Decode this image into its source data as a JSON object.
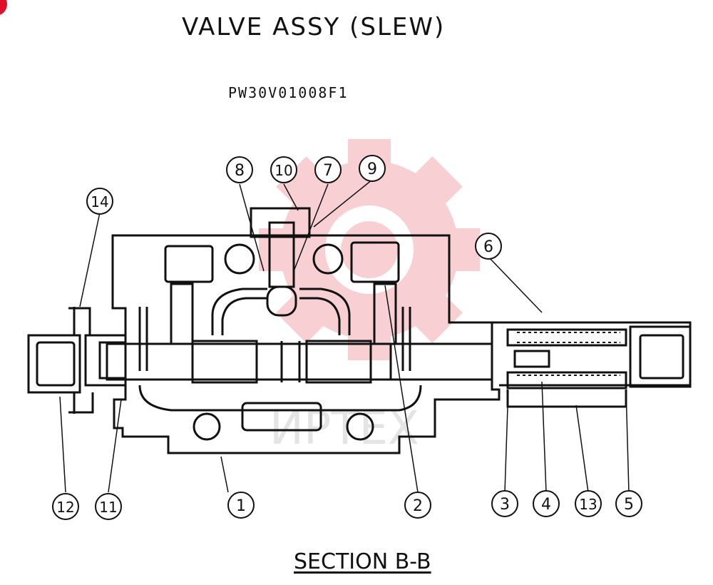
{
  "title": "VALVE ASSY (SLEW)",
  "part_code": "PW30V01008F1",
  "section_label": "SECTION B-B",
  "watermark_text": "ИРТЕХ",
  "colors": {
    "line": "#111111",
    "watermark": "#f2a0a8",
    "badge": "#e0102a"
  },
  "callouts": [
    {
      "id": "c1",
      "label": "1"
    },
    {
      "id": "c2",
      "label": "2"
    },
    {
      "id": "c3",
      "label": "3"
    },
    {
      "id": "c4",
      "label": "4"
    },
    {
      "id": "c5",
      "label": "5"
    },
    {
      "id": "c6",
      "label": "6"
    },
    {
      "id": "c7",
      "label": "7"
    },
    {
      "id": "c8",
      "label": "8"
    },
    {
      "id": "c9",
      "label": "9"
    },
    {
      "id": "c10",
      "label": "10"
    },
    {
      "id": "c11",
      "label": "11"
    },
    {
      "id": "c12",
      "label": "12"
    },
    {
      "id": "c13",
      "label": "13"
    },
    {
      "id": "c14",
      "label": "14"
    }
  ]
}
